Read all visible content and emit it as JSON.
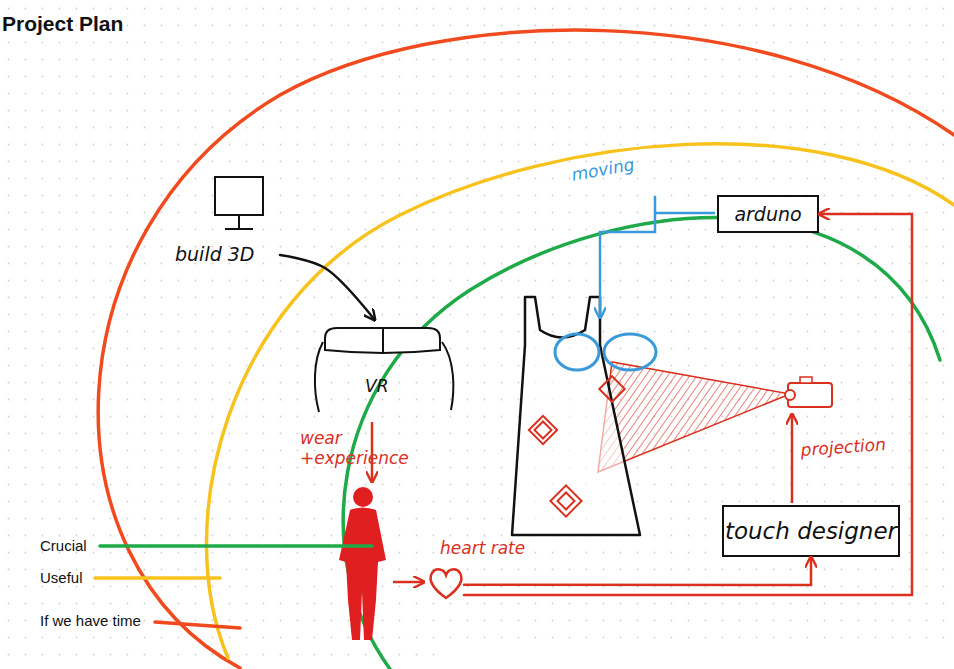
{
  "diagram": {
    "title": "Project Plan",
    "nodes": [
      {
        "text": [
          "build 3D"
        ]
      },
      {
        "text": [
          "VR"
        ]
      },
      {
        "text": [
          "heart rate"
        ]
      },
      {
        "text": [
          "arduno"
        ]
      },
      {
        "text": [
          "touch designer"
        ]
      }
    ],
    "edges": [
      {
        "from": 0,
        "to": 1,
        "arrow": "to"
      },
      {
        "from": 2,
        "to": 4,
        "arrow": "to"
      },
      {
        "from": 2,
        "to": 3,
        "arrow": "to"
      }
    ],
    "labels": [
      "wear +experience",
      "moving",
      "projection"
    ],
    "legend": [
      {
        "text": "Crucial"
      },
      {
        "text": "Useful"
      },
      {
        "text": "If we have time"
      }
    ]
  }
}
